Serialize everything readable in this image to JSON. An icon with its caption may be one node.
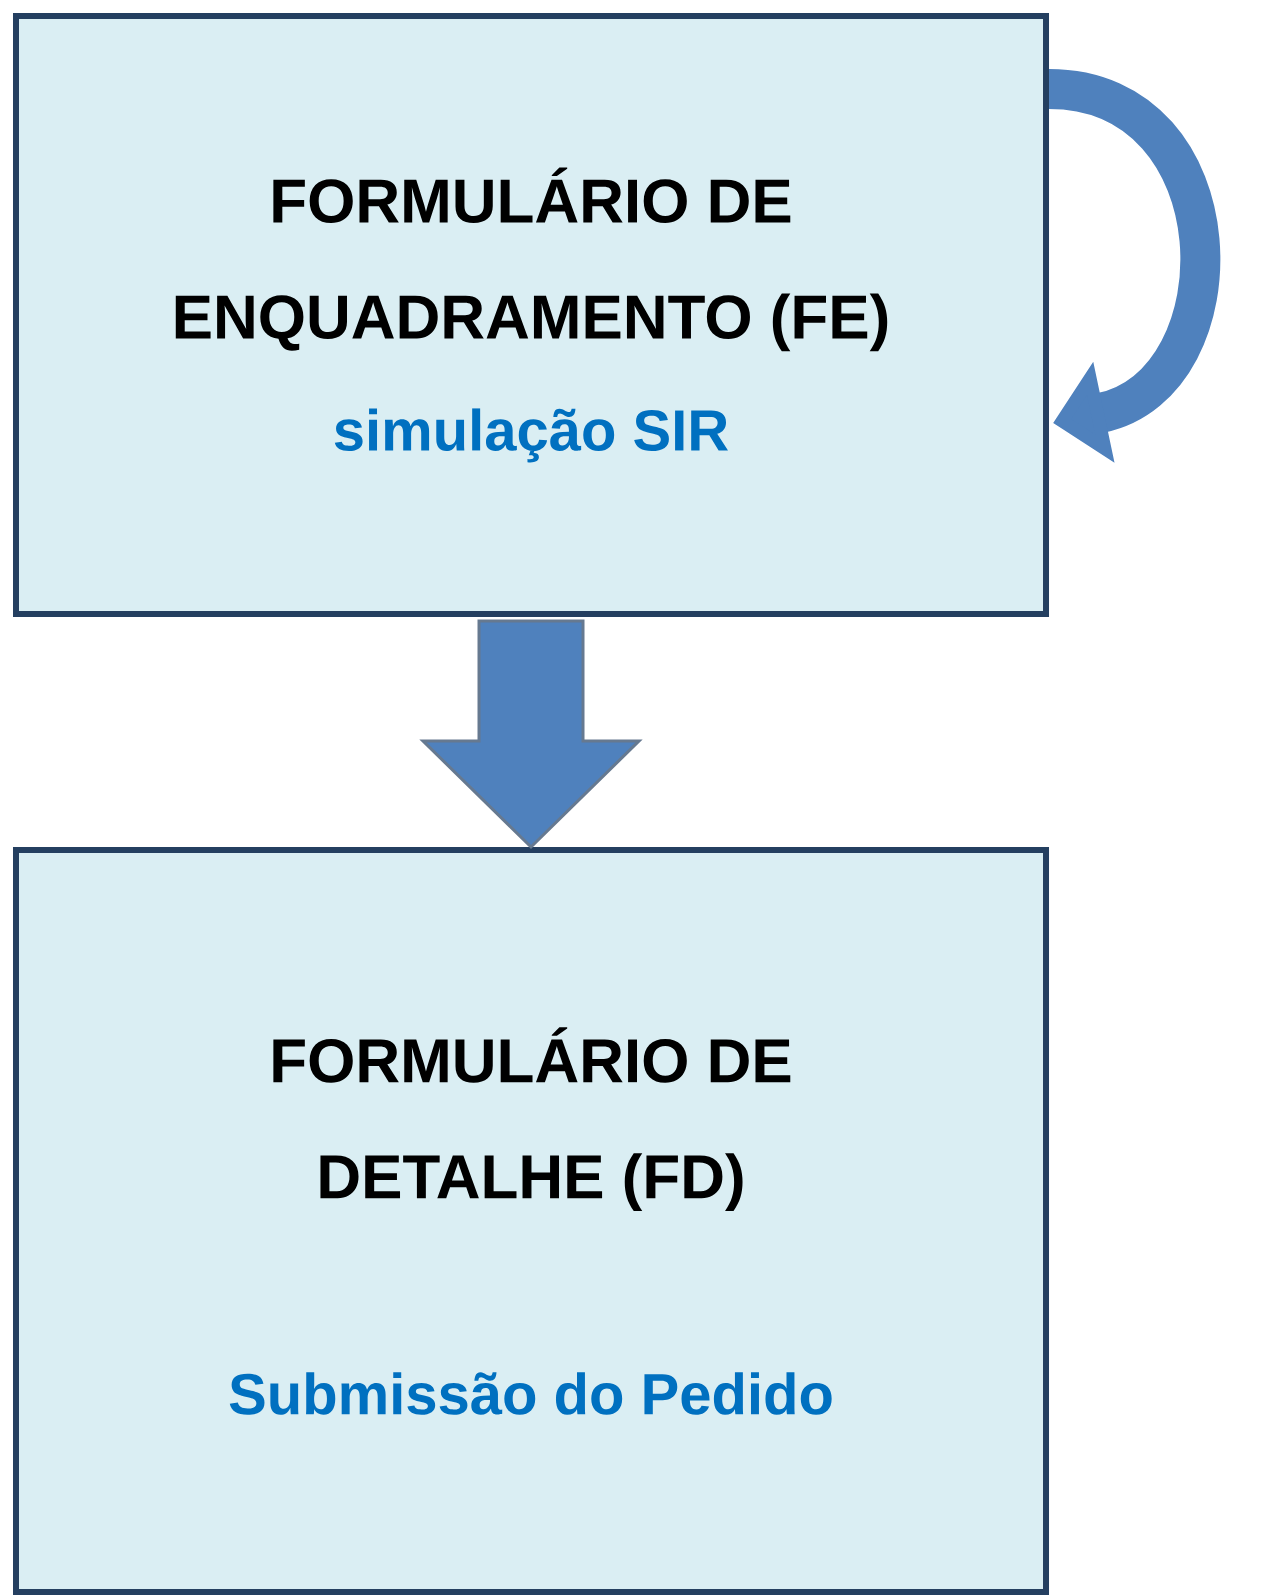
{
  "diagram": {
    "nodes": [
      {
        "text": [
          "FORMULÁRIO DE ENQUADRAMENTO (FE)",
          "simulação SIR"
        ]
      },
      {
        "text": [
          "FORMULÁRIO DE DETALHE (FD)",
          "Submissão do Pedido"
        ]
      }
    ],
    "edges": [
      {
        "from": 0,
        "to": 0,
        "arrow": "to"
      },
      {
        "from": 0,
        "to": 1,
        "arrow": "to",
        "style": "thick"
      }
    ]
  }
}
